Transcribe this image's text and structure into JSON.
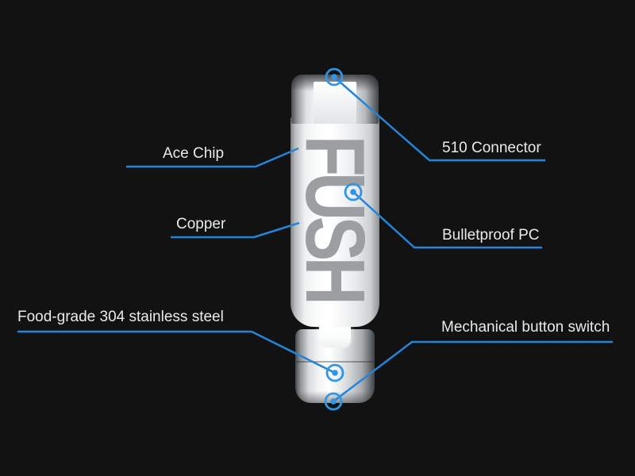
{
  "page": {
    "background": "#121212"
  },
  "colors": {
    "callout_line": "#2484DB",
    "marker": "#2E96E5",
    "label_text": "#E9EAEA"
  },
  "product": {
    "logo_text": "FUSH"
  },
  "callouts": {
    "ace_chip": {
      "label": "Ace Chip"
    },
    "copper": {
      "label": "Copper"
    },
    "food_grade": {
      "label": "Food-grade 304 stainless steel"
    },
    "connector_510": {
      "label": "510 Connector"
    },
    "bulletproof_pc": {
      "label": "Bulletproof PC"
    },
    "mechanical_button": {
      "label": "Mechanical button switch"
    }
  }
}
